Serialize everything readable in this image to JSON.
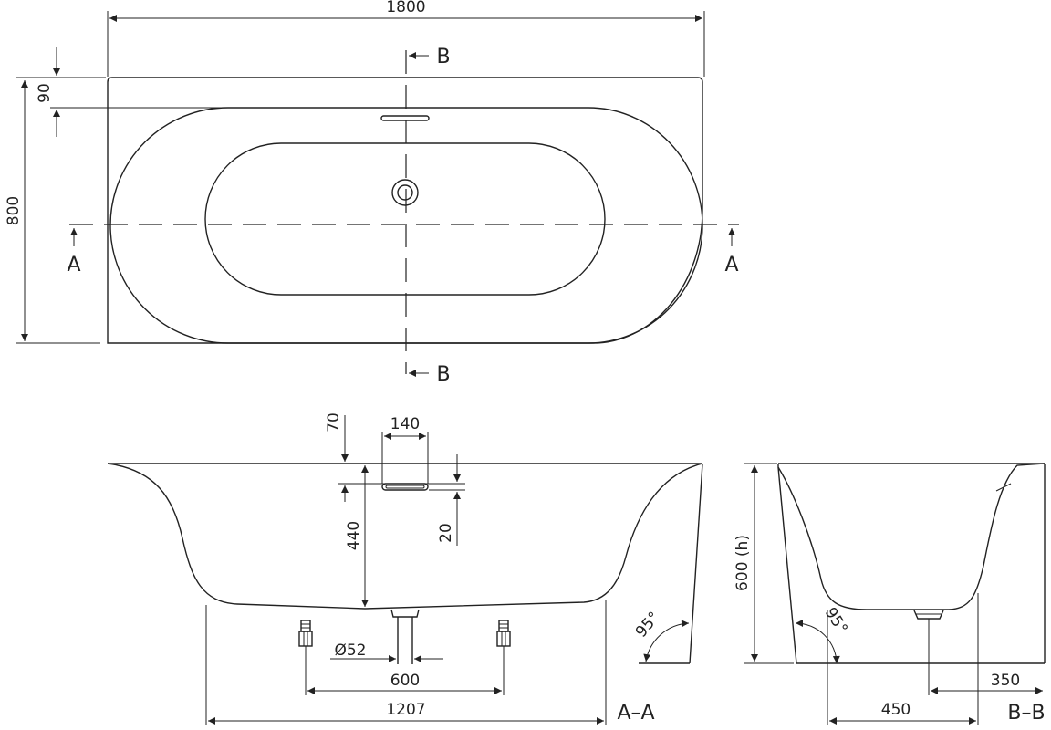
{
  "plan": {
    "width": "1800",
    "depth": "800",
    "rim": "90",
    "section_a": "A",
    "section_b": "B"
  },
  "section_aa": {
    "overflow_width": "140",
    "overflow_top": "70",
    "overflow_height": "20",
    "depth": "440",
    "drain": "Ø52",
    "leg_spacing": "600",
    "base_length": "1207",
    "angle": "95°",
    "title": "A–A"
  },
  "section_bb": {
    "height": "600 (h)",
    "angle": "95°",
    "drain_offset": "350",
    "base_width": "450",
    "title": "B–B"
  }
}
